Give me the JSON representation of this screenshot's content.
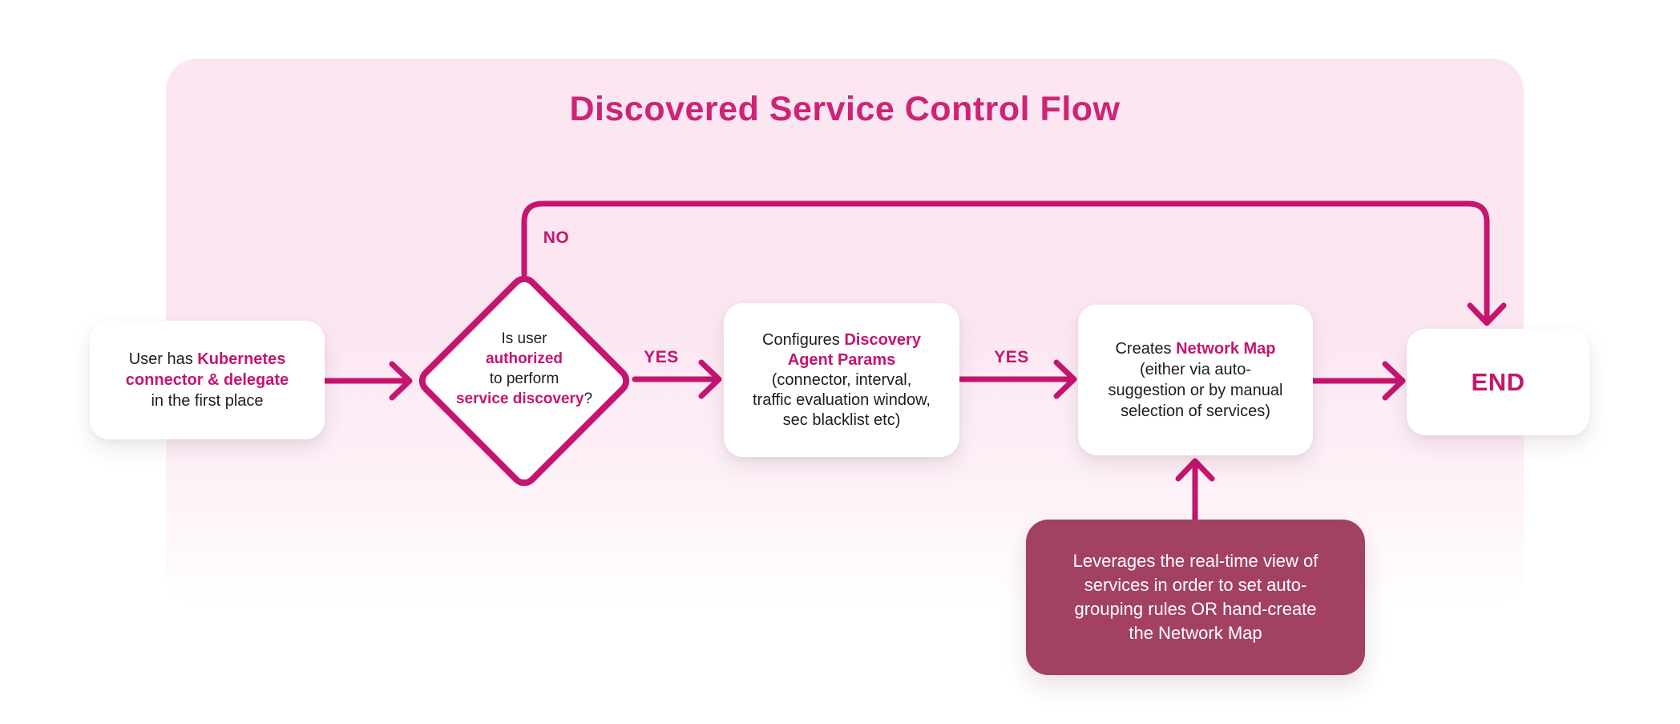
{
  "title": "Discovered Service Control Flow",
  "colors": {
    "accent": "#C5156F",
    "title": "#CE2475",
    "panel_top": "#FBE6F2",
    "note_bg": "#A34260",
    "text_dark": "#1C1C22"
  },
  "labels": {
    "yes1": "YES",
    "yes2": "YES",
    "no": "NO"
  },
  "nodes": {
    "start": {
      "lines": [
        [
          {
            "t": "User has ",
            "em": false
          },
          {
            "t": "Kubernetes",
            "em": true
          }
        ],
        [
          {
            "t": "connector & delegate",
            "em": true
          }
        ],
        [
          {
            "t": "in the first place",
            "em": false
          }
        ]
      ]
    },
    "decision": {
      "lines": [
        [
          {
            "t": "Is user",
            "em": false
          }
        ],
        [
          {
            "t": "authorized",
            "em": true
          }
        ],
        [
          {
            "t": "to perform",
            "em": false
          }
        ],
        [
          {
            "t": "service discovery",
            "em": true
          },
          {
            "t": "?",
            "em": false
          }
        ]
      ]
    },
    "configure": {
      "lines": [
        [
          {
            "t": "Configures ",
            "em": false
          },
          {
            "t": "Discovery",
            "em": true
          }
        ],
        [
          {
            "t": "Agent Params",
            "em": true
          }
        ],
        [
          {
            "t": "(connector, interval,",
            "em": false
          }
        ],
        [
          {
            "t": "traffic evaluation window,",
            "em": false
          }
        ],
        [
          {
            "t": "sec blacklist etc)",
            "em": false
          }
        ]
      ]
    },
    "create_map": {
      "lines": [
        [
          {
            "t": "Creates ",
            "em": false
          },
          {
            "t": "Network Map",
            "em": true
          }
        ],
        [
          {
            "t": "(either via auto-",
            "em": false
          }
        ],
        [
          {
            "t": "suggestion or by manual",
            "em": false
          }
        ],
        [
          {
            "t": "selection of services)",
            "em": false
          }
        ]
      ]
    },
    "end": {
      "label": "END"
    },
    "note": {
      "lines": [
        [
          {
            "t": "Leverages the real-time view of",
            "em": false
          }
        ],
        [
          {
            "t": "services in order to set auto-",
            "em": false
          }
        ],
        [
          {
            "t": "grouping rules OR hand-create",
            "em": false
          }
        ],
        [
          {
            "t": "the Network Map",
            "em": false
          }
        ]
      ]
    }
  }
}
